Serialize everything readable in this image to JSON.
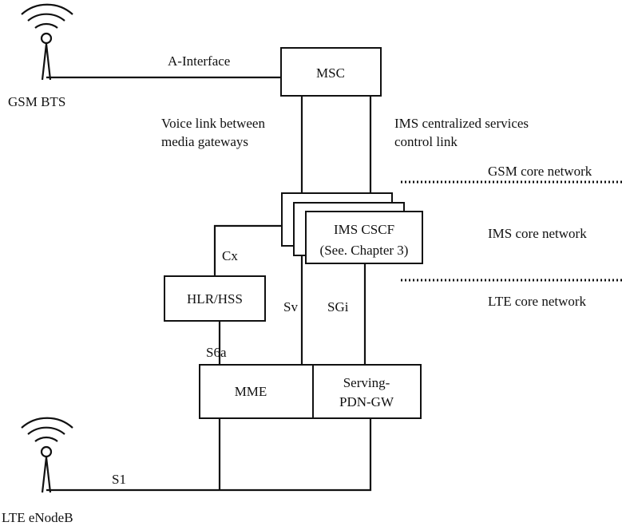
{
  "antennas": {
    "gsm_bts": {
      "label": "GSM BTS"
    },
    "lte_enodeb": {
      "label": "LTE eNodeB"
    }
  },
  "nodes": {
    "msc": {
      "label": "MSC"
    },
    "ims_cscf": {
      "label_line1": "IMS CSCF",
      "label_line2": "(See. Chapter 3)"
    },
    "hlr_hss": {
      "label": "HLR/HSS"
    },
    "mme": {
      "label": "MME"
    },
    "serving_gw": {
      "label_line1": "Serving-",
      "label_line2": "PDN-GW"
    }
  },
  "links": {
    "a_interface": "A-Interface",
    "voice_link_line1": "Voice link between",
    "voice_link_line2": "media gateways",
    "ims_control_line1": "IMS centralized services",
    "ims_control_line2": "control link",
    "cx": "Cx",
    "sv": "Sv",
    "sgi": "SGi",
    "s6a": "S6a",
    "s1": "S1"
  },
  "zones": {
    "gsm_core": "GSM core network",
    "ims_core": "IMS core network",
    "lte_core": "LTE core network"
  }
}
